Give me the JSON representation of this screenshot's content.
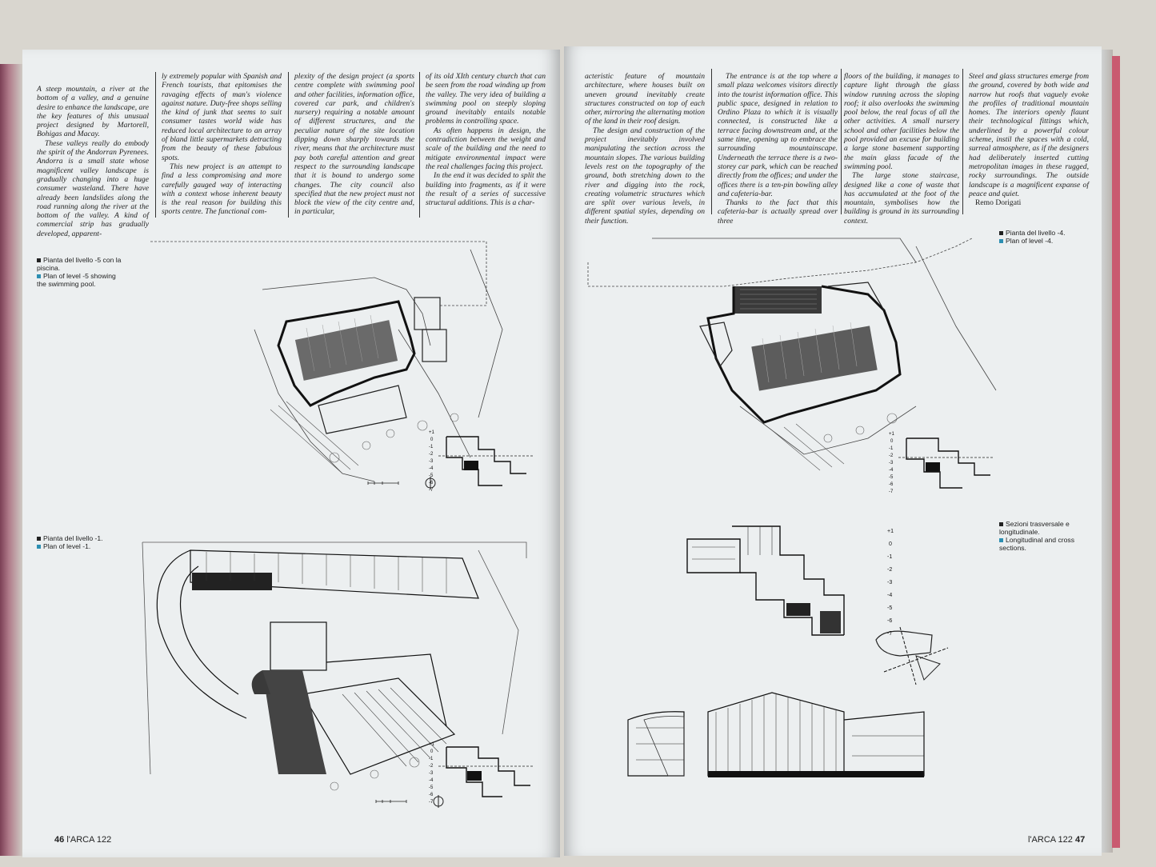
{
  "left_page": {
    "columns": [
      {
        "paragraphs": [
          "A steep mountain, a river at the bottom of a valley, and a genuine desire to enhance the landscape, are the key features of this unusual project designed by Martorell, Bohigas and Macay.",
          "These valleys really do embody the spirit of the Andorran Pyrenees. Andorra is a small state whose magnificent valley landscape is gradually changing into a huge consumer wasteland. There have already been landslides along the road running along the river at the bottom of the valley. A kind of commercial strip has gradually developed, apparent-"
        ]
      },
      {
        "paragraphs": [
          "ly extremely popular with Spanish and French tourists, that epitomises the ravaging effects of man's violence against nature. Duty-free shops selling the kind of junk that seems to suit consumer tastes world wide has reduced local architecture to an array of bland little supermarkets detracting from the beauty of these fabulous spots.",
          "This new project is an attempt to find a less compromising and more carefully gauged way of interacting with a context whose inherent beauty is the real reason for building this sports centre. The functional com-"
        ]
      },
      {
        "paragraphs": [
          "plexity of the design project (a sports centre complete with swimming pool and other facilities, information office, covered car park, and children's nursery) requiring a notable amount of different structures, and the peculiar nature of the site location dipping down sharply towards the river, means that the architecture must pay both careful attention and great respect to the surrounding landscape that it is bound to undergo some changes. The city council also specified that the new project must not block the view of the city centre and, in particular,"
        ]
      },
      {
        "paragraphs": [
          "of its old XIth century church that can be seen from the road winding up from the valley. The very idea of building a swimming pool on steeply sloping ground inevitably entails notable problems in controlling space.",
          "As often happens in design, the contradiction between the weight and scale of the building and the need to mitigate environmental impact were the real challenges facing this project.",
          "In the end it was decided to split the building into fragments, as if it were the result of a series of successive structural additions. This is a char-"
        ]
      }
    ],
    "captions": {
      "plan5_it": "Pianta del livello -5 con la piscina.",
      "plan5_en": "Plan of level -5 showing the swimming pool.",
      "plan1_it": "Pianta del livello -1.",
      "plan1_en": "Plan of level -1."
    },
    "section_levels": [
      "+1",
      "0",
      "-1",
      "-2",
      "-3",
      "-4",
      "-5",
      "-6",
      "-7"
    ],
    "folio_num": "46",
    "folio_text": "l'ARCA 122"
  },
  "right_page": {
    "columns": [
      {
        "paragraphs": [
          "acteristic feature of mountain architecture, where houses built on uneven ground inevitably create structures constructed on top of each other, mirroring the alternating motion of the land in their roof design.",
          "The design and construction of the project inevitably involved manipulating the section across the mountain slopes. The various building levels rest on the topography of the ground, both stretching down to the river and digging into the rock, creating volumetric structures which are split over various levels, in different spatial styles, depending on their function."
        ]
      },
      {
        "paragraphs": [
          "The entrance is at the top where a small plaza welcomes visitors directly into the tourist information office. This public space, designed in relation to Ordino Plaza to which it is visually connected, is constructed like a terrace facing downstream and, at the same time, opening up to embrace the surrounding mountainscape. Underneath the terrace there is a two-storey car park, which can be reached directly from the offices; and under the offices there is a ten-pin bowling alley and cafeteria-bar.",
          "Thanks to the fact that this cafeteria-bar is actually spread over three"
        ]
      },
      {
        "paragraphs": [
          "floors of the building, it manages to capture light through the glass window running across the sloping roof; it also overlooks the swimming pool below, the real focus of all the other activities. A small nursery school and other facilities below the pool provided an excuse for building a large stone basement supporting the main glass facade of the swimming pool.",
          "The large stone staircase, designed like a cone of waste that has accumulated at the foot of the mountain, symbolises how the building is ground in its surrounding context."
        ]
      },
      {
        "paragraphs": [
          "Steel and glass structures emerge from the ground, covered by both wide and narrow hut roofs that vaguely evoke the profiles of traditional mountain homes. The interiors openly flaunt their technological fittings which, underlined by a powerful colour scheme, instil the spaces with a cold, surreal atmosphere, as if the designers had deliberately inserted cutting metropolitan images in these rugged, rocky surroundings. The outside landscape is a magnificent expanse of peace and quiet."
        ]
      }
    ],
    "signature": "Remo Dorigati",
    "captions": {
      "plan4_it": "Pianta del livello -4.",
      "plan4_en": "Plan of level -4.",
      "sections_it": "Sezioni trasversale e longitudinale.",
      "sections_en": "Longitudinal and cross sections."
    },
    "section_levels": [
      "+1",
      "0",
      "-1",
      "-2",
      "-3",
      "-4",
      "-5",
      "-6",
      "-7"
    ],
    "folio_num": "47",
    "folio_text": "l'ARCA 122"
  },
  "colors": {
    "accent": "#2c8fb2",
    "paper": "#eceff0",
    "ink": "#1d1d1d"
  }
}
